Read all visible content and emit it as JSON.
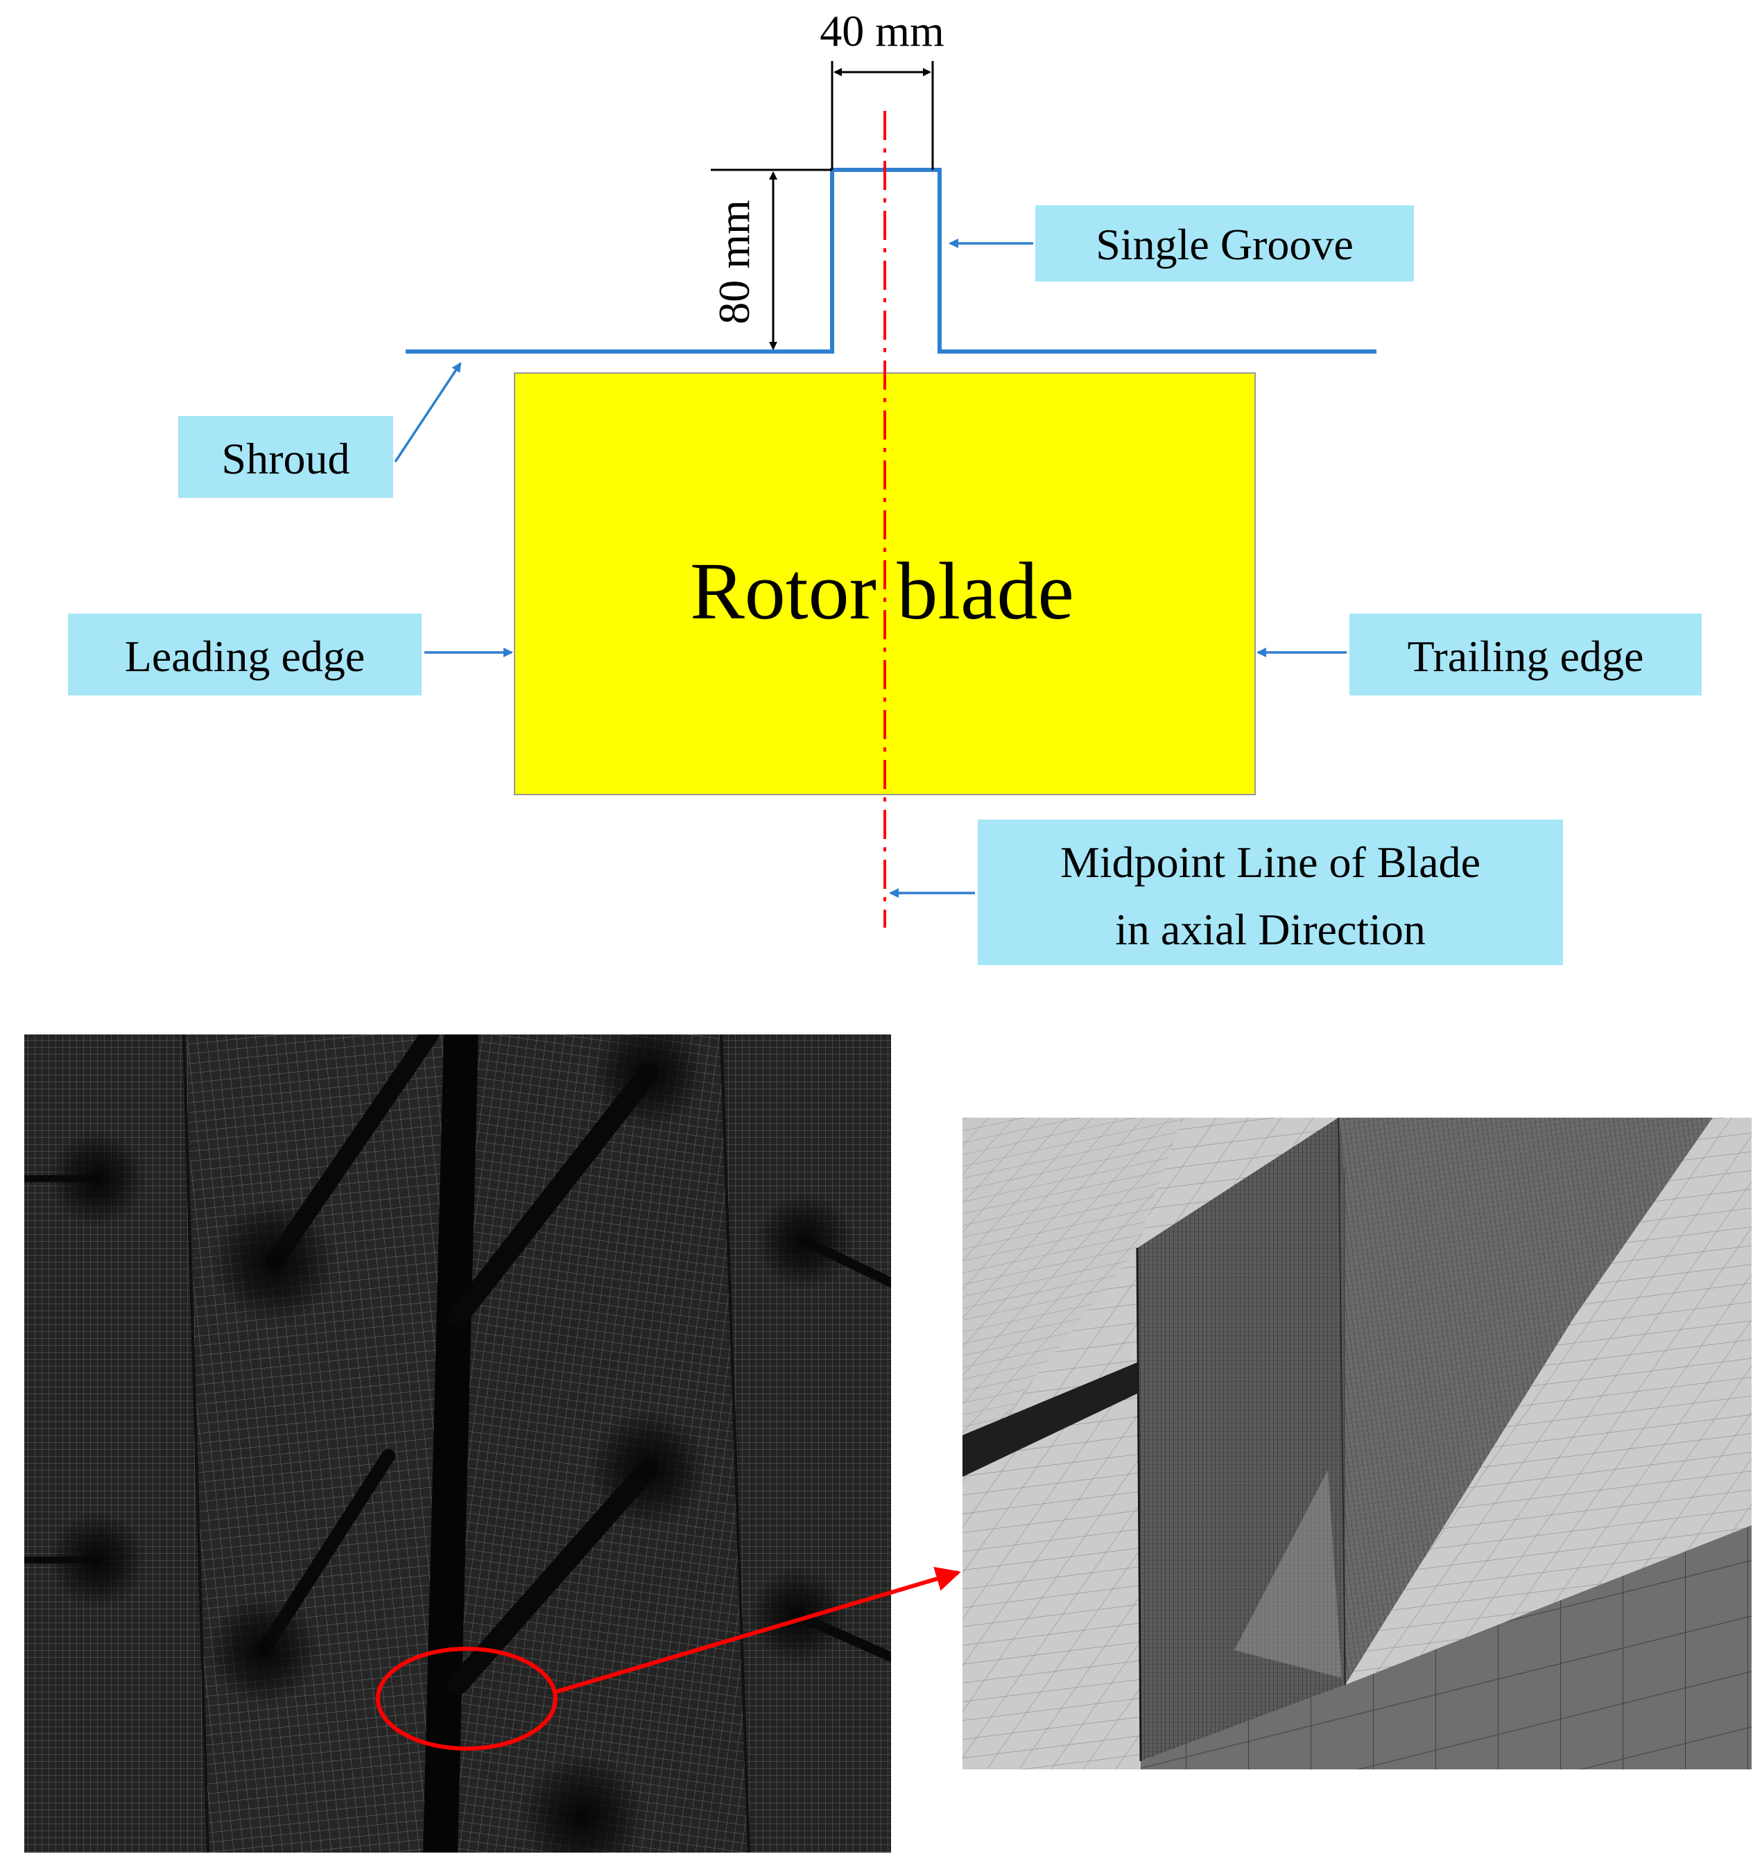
{
  "diagram": {
    "dimensions": {
      "width_label": "40 mm",
      "height_label": "80 mm"
    },
    "labels": {
      "single_groove": "Single Groove",
      "shroud": "Shroud",
      "rotor_blade": "Rotor blade",
      "leading_edge": "Leading edge",
      "trailing_edge": "Trailing edge",
      "midpoint_line_1": "Midpoint Line of Blade",
      "midpoint_line_2": "in axial Direction"
    },
    "colors": {
      "blade_fill": "#ffff00",
      "label_fill": "#a6e6f7",
      "groove_line": "#2f7fd0",
      "arrow": "#2f7fd0",
      "midline": "#ff0000",
      "highlight": "#ff0000",
      "mesh_dark": "#1b1b1b",
      "mesh_light": "#c4c4c4"
    }
  },
  "mesh_views": {
    "left_panel": "structured-mesh-top-view",
    "right_panel": "mesh-zoom-detail",
    "callout": "red-ellipse-with-arrow"
  }
}
